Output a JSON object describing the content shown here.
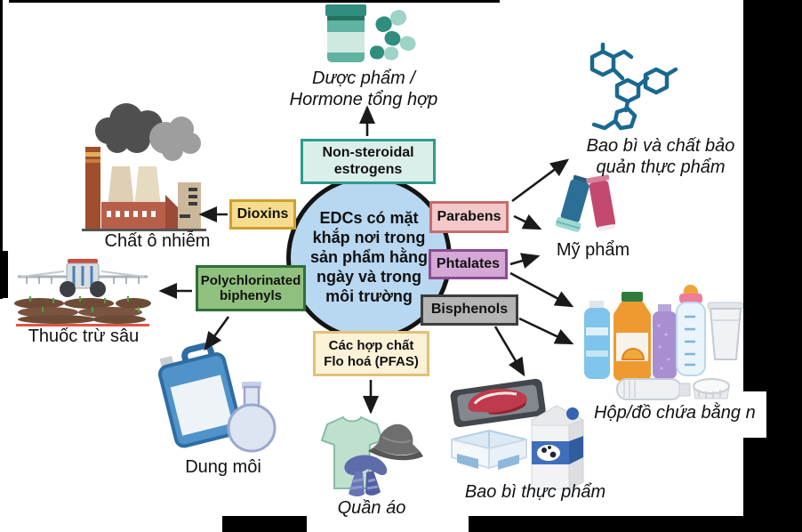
{
  "diagram": {
    "center": {
      "lines": [
        "EDCs có mặt",
        "khắp nơi trong",
        "sản phẩm hằng",
        "ngày và trong",
        "môi trường"
      ],
      "fill": "#b8d7f1",
      "border": "#141414"
    },
    "categories": {
      "non_steroidal_estrogens": {
        "lines": [
          "Non-steroidal",
          "estrogens"
        ],
        "fill": "#daefe9",
        "border": "#2e9c8c"
      },
      "dioxins": {
        "label": "Dioxins",
        "fill": "#f6dc8d",
        "border": "#cfa02f"
      },
      "parabens": {
        "label": "Parabens",
        "fill": "#f2c8c8",
        "border": "#c96b6b"
      },
      "phtalates": {
        "label": "Phtalates",
        "fill": "#d5a7d7",
        "border": "#8e4b91"
      },
      "bisphenols": {
        "label": "Bisphenols",
        "fill": "#b4b4b4",
        "border": "#3d3d3d"
      },
      "polychlorinated_biphenyls": {
        "lines": [
          "Polychlorinated",
          "biphenyls"
        ],
        "fill": "#8fc07d",
        "border": "#2f6e3a"
      },
      "pfas": {
        "lines": [
          "Các hợp chất",
          "Flo hoá (PFAS)"
        ],
        "fill": "#fcf2d8",
        "border": "#e2c175"
      }
    },
    "sources": {
      "pharmaceuticals": {
        "lines": [
          "Dược phẩm /",
          "Hormone tổng hợp"
        ]
      },
      "pollutants": {
        "label": "Chất ô nhiễm"
      },
      "pesticides": {
        "label": "Thuốc trừ sâu"
      },
      "solvents": {
        "label": "Dung môi"
      },
      "clothing": {
        "label": "Quần áo"
      },
      "food_packaging_preservatives": {
        "lines": [
          "Bao bì và chất bảo",
          "quản thực phẩm"
        ]
      },
      "cosmetics": {
        "label": "Mỹ phẩm"
      },
      "plastic_containers": {
        "label": "Hộp/đồ chứa bằng n"
      },
      "food_packaging": {
        "label": "Bao bì thực phẩm"
      }
    }
  }
}
